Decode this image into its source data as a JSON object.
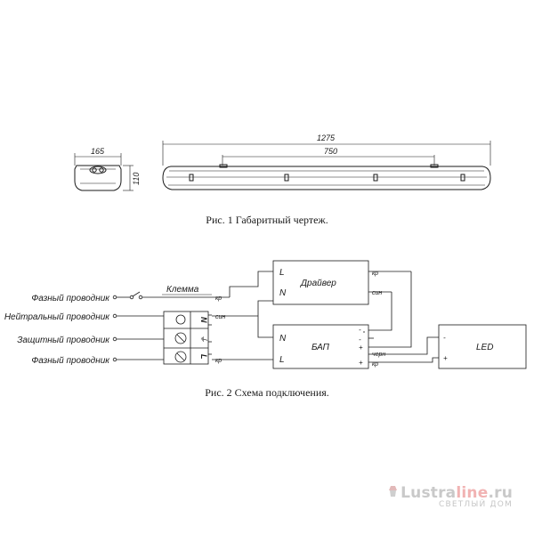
{
  "fig1": {
    "caption": "Рис. 1  Габаритный чертеж.",
    "dims": {
      "side_width": "165",
      "side_height": "110",
      "total_length": "1275",
      "mount_spacing": "750"
    }
  },
  "fig2": {
    "caption": "Рис. 2  Схема подключения.",
    "wires": {
      "phase_top": "Фазный проводник",
      "neutral": "Нейтральный проводник",
      "protective": "Защитный проводник",
      "phase_bottom": "Фазный проводник"
    },
    "klemma": "Клемма",
    "terminal_letters": {
      "n": "N",
      "ground": "⏚",
      "l": "L"
    },
    "driver": {
      "title": "Драйвер",
      "in_l": "L",
      "in_n": "N",
      "out_red": "кр",
      "out_blue": "син"
    },
    "bap": {
      "title": "БАП",
      "in_n": "N",
      "in_l": "L",
      "minus1": "-",
      "minus2": "-",
      "plus1": "+",
      "plus2": "+",
      "out_black": "черн",
      "out_red": "кр"
    },
    "led": {
      "title": "LED",
      "minus": "-",
      "plus": "+"
    },
    "wire_colors": {
      "red": "кр",
      "blue": "син"
    },
    "colors": {
      "line": "#1a1a1a",
      "fill": "#ffffff"
    }
  },
  "watermark": {
    "brand_main": "Lustra",
    "brand_accent": "line",
    "brand_tld": ".ru",
    "subtitle": "СВЕТЛЫЙ ДОМ"
  }
}
